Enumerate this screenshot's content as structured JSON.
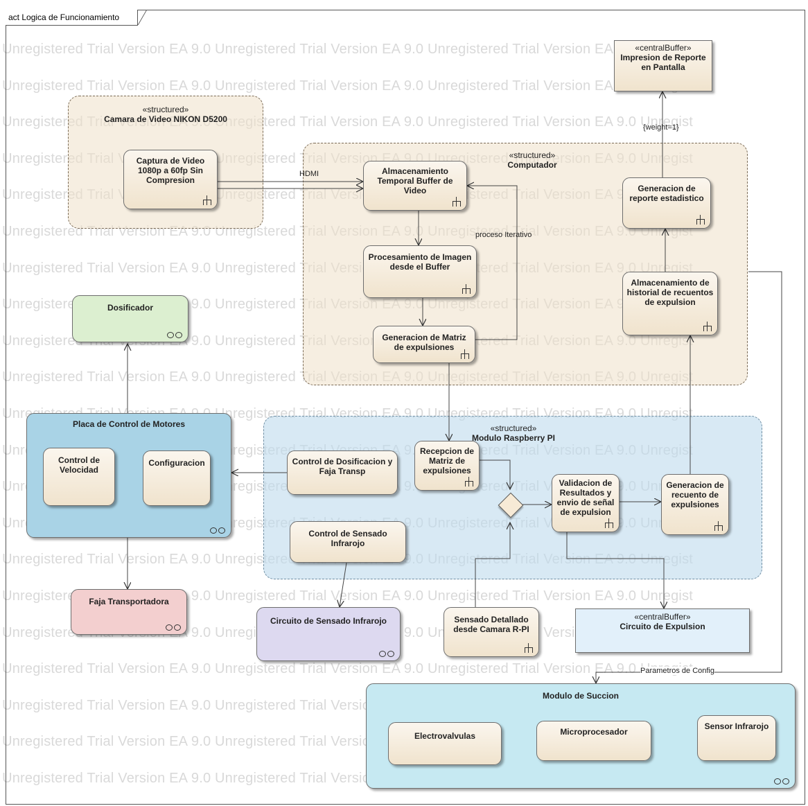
{
  "frame_title": "act Logica de Funcionamiento",
  "watermark": {
    "text": "0 Unregistered Trial Version   EA 9.0 Unregistered Trial Version   EA 9.0 Unregistered Trial Version   EA 9.0 Unregist"
  },
  "regions": {
    "camara": {
      "stereotype": "«structured»",
      "title": "Camara de Video NIKON D5200"
    },
    "computador": {
      "stereotype": "«structured»",
      "title": "Computador"
    },
    "raspberry": {
      "stereotype": "«structured»",
      "title": "Modulo Raspberry PI"
    }
  },
  "nodes": {
    "captura": "Captura de Video 1080p a 60fp Sin Compresion",
    "almacenamiento_buffer": "Almacenamiento Temporal Buffer de Video",
    "procesamiento": "Procesamiento de Imagen desde el Buffer",
    "generacion_matriz": "Generacion de Matriz de expulsiones",
    "impresion": {
      "stereotype": "«centralBuffer»",
      "title": "Impresion de Reporte en Pantalla"
    },
    "generacion_reporte": "Generacion de reporte estadistico",
    "historial": "Almacenamiento de historial de recuentos de expulsion",
    "dosificador": "Dosificador",
    "placa": "Placa de Control de Motores",
    "control_velocidad": "Control de Velocidad",
    "configuracion": "Configuracion",
    "control_dosificacion": "Control de Dosificacion y Faja Transp",
    "recepcion": "Recepcion de Matriz de expulsiones",
    "validacion": "Validacion de Resultados y envio de señal de expulsion",
    "generacion_recuento": "Generacion de recuento de expulsiones",
    "control_sensado": "Control de Sensado Infrarojo",
    "faja": "Faja Transportadora",
    "circuito_sensado": "Circuito de Sensado Infrarojo",
    "sensado_detallado": "Sensado Detallado desde Camara R-PI",
    "circuito_expulsion": {
      "stereotype": "«centralBuffer»",
      "title": "Circuito de Expulsion"
    },
    "modulo_succion": "Modulo de Succion",
    "electrovalvulas": "Electrovalvulas",
    "microprocesador": "Microprocesador",
    "sensor_infrarojo": "Sensor Infrarojo"
  },
  "edge_labels": {
    "hdmi": "HDMI",
    "proceso_iterativo": "proceso Iterativo",
    "weight": "{weight=1}",
    "parametros": "Parametros de Config"
  },
  "colors": {
    "tan": "#f1e6d3",
    "green": "#dcefd0",
    "blue_region": "#cfe3ee",
    "blue_box": "#a9d3e6",
    "pink": "#f3cfcf",
    "purple": "#ddd9f0",
    "cyan": "#c6e9f2",
    "light_blue": "#e2f0fa"
  }
}
